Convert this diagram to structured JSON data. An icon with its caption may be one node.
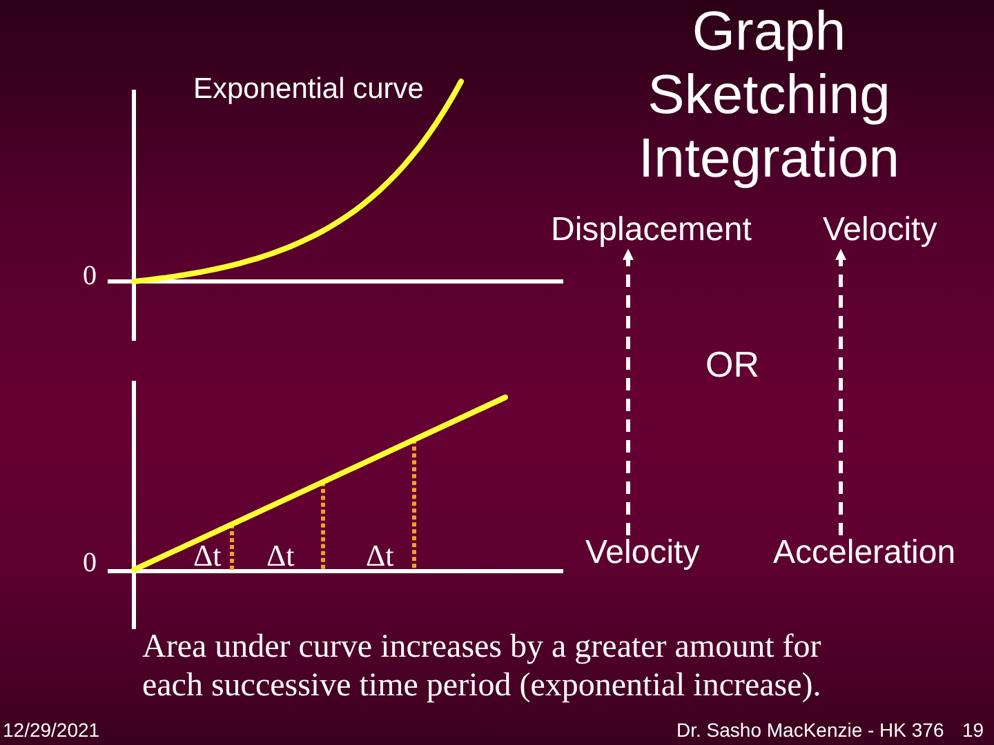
{
  "diagram": {
    "title": "Graph Sketching Integration",
    "nodes": [
      {
        "text": [
          "Displacement"
        ]
      },
      {
        "text": [
          "Velocity"
        ]
      },
      {
        "text": [
          "Velocity"
        ]
      },
      {
        "text": [
          "Acceleration"
        ]
      }
    ],
    "edges": [
      {
        "from": 2,
        "to": 0,
        "arrow": "to",
        "style": "dashed"
      },
      {
        "from": 3,
        "to": 1,
        "arrow": "to",
        "style": "dashed"
      }
    ],
    "labels": [
      "Exponential curve",
      "0",
      "OR",
      "0",
      "Δt",
      "Δt",
      "Δt",
      "Area under curve increases by a greater amount for each successive time period (exponential increase).",
      "12/29/2021",
      "Dr. Sasho MacKenzie - HK 376",
      "19"
    ]
  }
}
